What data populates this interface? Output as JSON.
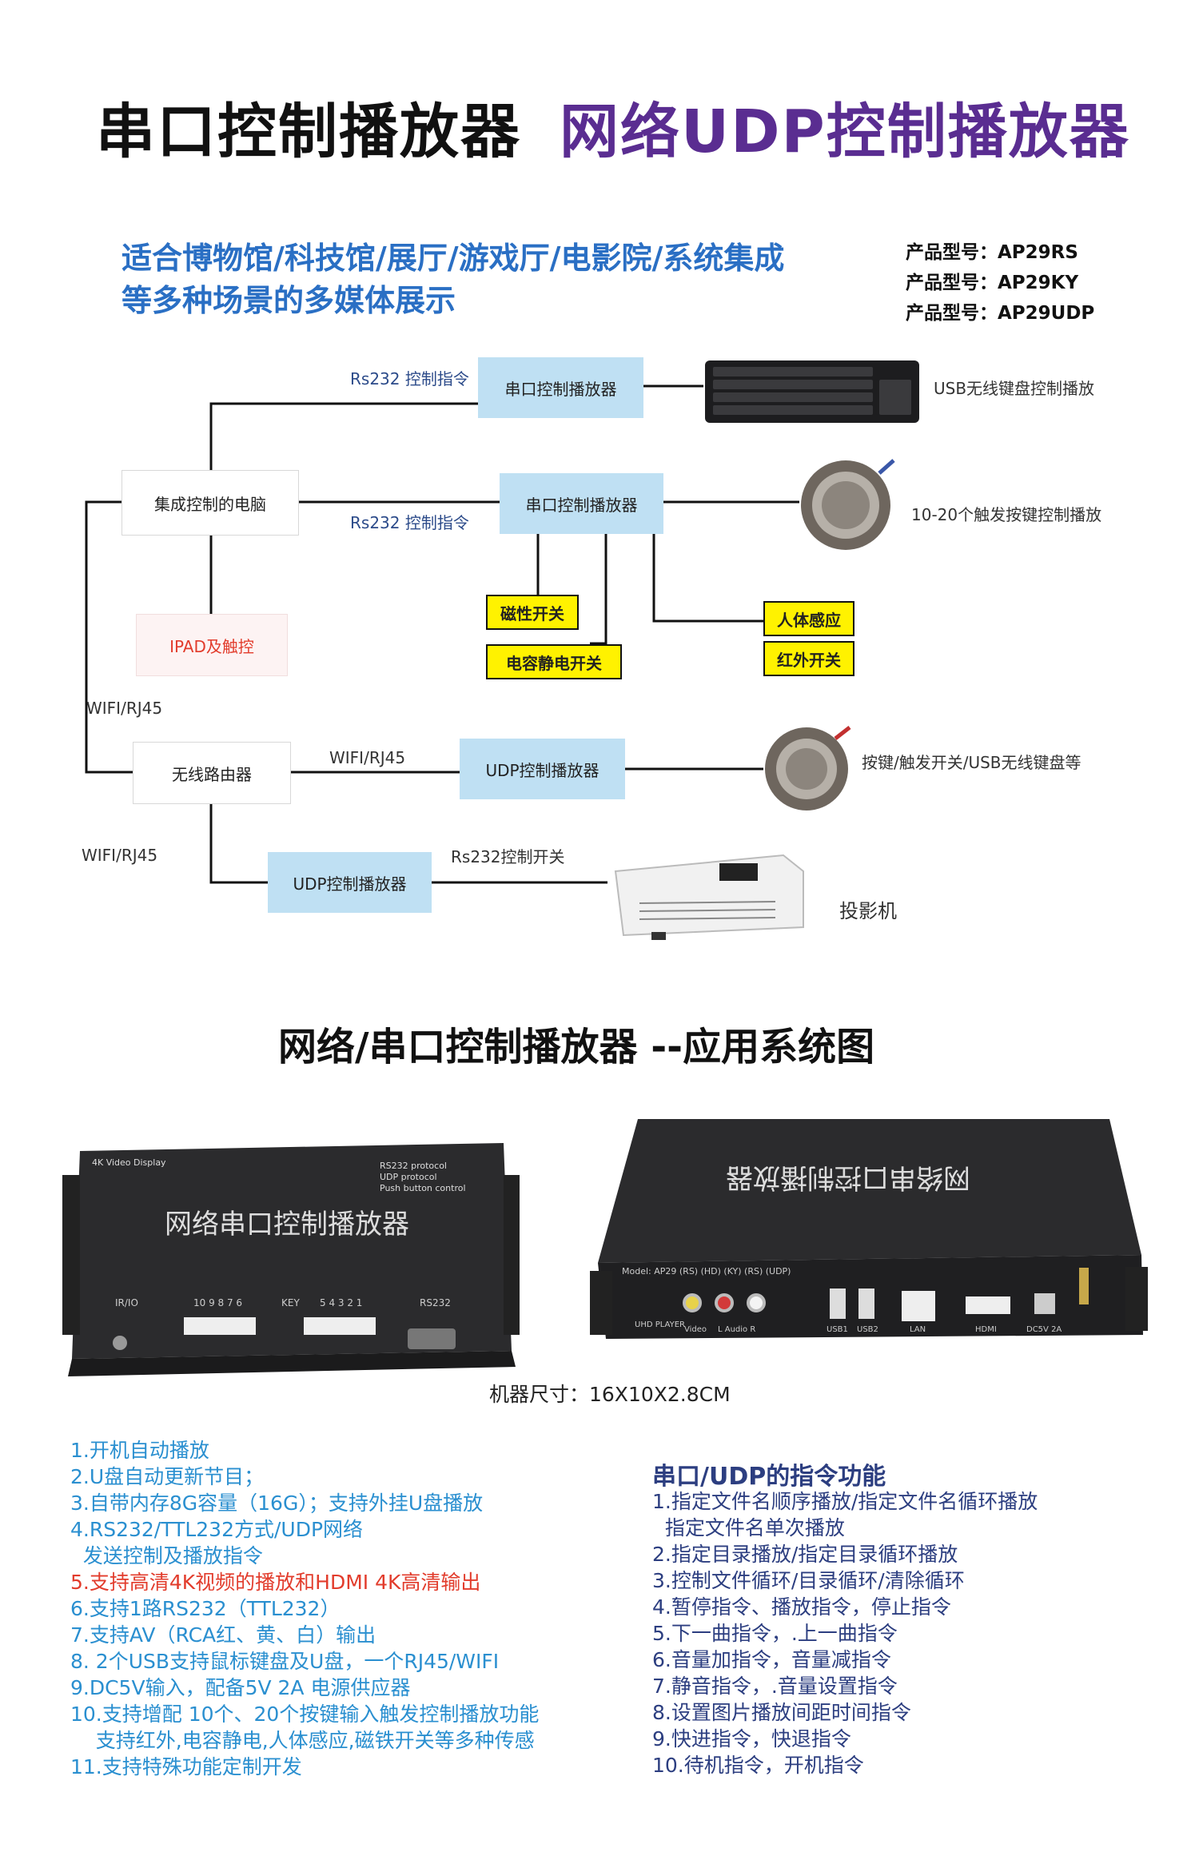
{
  "header": {
    "title_left": "串口控制播放器",
    "title_right": "网络UDP控制播放器",
    "subtitle_line1": "适合博物馆/科技馆/展厅/游戏厅/电影院/系统集成",
    "subtitle_line2": "等多种场景的多媒体展示",
    "models": [
      "产品型号：AP29RS",
      "产品型号：AP29KY",
      "产品型号：AP29UDP"
    ]
  },
  "diagram": {
    "pc": "集成控制的电脑",
    "ipad": "IPAD及触控",
    "router": "无线路由器",
    "player_serial_1": "串口控制播放器",
    "player_serial_2": "串口控制播放器",
    "player_udp_1": "UDP控制播放器",
    "player_udp_2": "UDP控制播放器",
    "label_rs232_1": "Rs232 控制指令",
    "label_rs232_2": "Rs232 控制指令",
    "label_wifi_1": "WIFI/RJ45",
    "label_wifi_2": "WIFI/RJ45",
    "label_wifi_3": "WIFI/RJ45",
    "label_rs232_switch": "Rs232控制开关",
    "sensor_magnetic": "磁性开关",
    "sensor_capacitive": "电容静电开关",
    "sensor_body": "人体感应",
    "sensor_infrared": "红外开关",
    "device_keyboard": "USB无线键盘控制播放",
    "device_buttons": "10-20个触发按键控制播放",
    "device_button_udp": "按键/触发开关/USB无线键盘等",
    "device_projector": "投影机"
  },
  "section_title": "网络/串口控制播放器 --应用系统图",
  "product": {
    "front_title": "网络串口控制播放器",
    "front_top_label": "4K Video Display",
    "front_protocols": [
      "RS232 protocol",
      "UDP    protocol",
      "Push    button control"
    ],
    "front_ports": [
      "IR/IO",
      "10  9  8  7  6",
      "KEY",
      "5  4  3  2  1",
      "RS232"
    ],
    "back_title": "网络串口控制播放器",
    "back_model": "Model: AP29 (RS) (HD) (KY) (RS) (UDP)",
    "back_ports": [
      "UHD PLAYER",
      "Video",
      "L Audio R",
      "USB1",
      "USB2",
      "LAN",
      "HDMI",
      "DC5V 2A"
    ],
    "dimensions": "机器尺寸：16X10X2.8CM"
  },
  "specs": [
    {
      "text": "1.开机自动播放",
      "highlight": false
    },
    {
      "text": "2.U盘自动更新节目；",
      "highlight": false
    },
    {
      "text": "3.自带内存8G容量（16G）；支持外挂U盘播放",
      "highlight": false
    },
    {
      "text": "4.RS232/TTL232方式/UDP网络",
      "highlight": false
    },
    {
      "text": "  发送控制及播放指令",
      "highlight": false
    },
    {
      "text": "5.支持高清4K视频的播放和HDMI 4K高清输出",
      "highlight": true
    },
    {
      "text": "6.支持1路RS232（TTL232）",
      "highlight": false
    },
    {
      "text": "7.支持AV（RCA红、黄、白）输出",
      "highlight": false
    },
    {
      "text": "8. 2个USB支持鼠标键盘及U盘，一个RJ45/WIFI",
      "highlight": false
    },
    {
      "text": "9.DC5V输入，配备5V 2A 电源供应器",
      "highlight": false
    },
    {
      "text": "10.支持增配 10个、20个按键输入触发控制播放功能",
      "highlight": false
    },
    {
      "text": "    支持红外,电容静电,人体感应,磁铁开关等多种传感",
      "highlight": false
    },
    {
      "text": "11.支持特殊功能定制开发",
      "highlight": false
    }
  ],
  "commands": {
    "title": "串口/UDP的指令功能",
    "items": [
      "1.指定文件名顺序播放/指定文件名循环播放",
      "  指定文件名单次播放",
      "2.指定目录播放/指定目录循环播放",
      "3.控制文件循环/目录循环/清除循环",
      "4.暂停指令、播放指令，停止指令",
      "5.下一曲指令，.上一曲指令",
      "6.音量加指令，音量减指令",
      "7.静音指令，.音量设置指令",
      "8.设置图片播放间距时间指令",
      "9.快进指令，快退指令",
      "10.待机指令，开机指令"
    ]
  },
  "colors": {
    "title_purple": "#5a2d91",
    "subtitle_blue": "#2a6fc4",
    "box_blue": "#bfe0f3",
    "sensor_yellow": "#fff200",
    "spec_blue": "#2a8fd0",
    "spec_red": "#e23c2c",
    "cmd_navy": "#2c3e80"
  }
}
